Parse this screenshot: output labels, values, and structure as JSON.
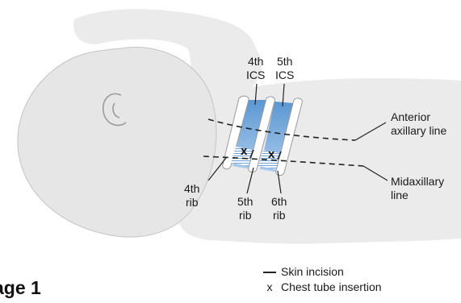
{
  "labels": {
    "ics4": [
      "4th",
      "ICS"
    ],
    "ics5": [
      "5th",
      "ICS"
    ],
    "anterior_axillary": [
      "Anterior",
      "axillary line"
    ],
    "midaxillary": [
      "Midaxillary",
      "line"
    ],
    "rib4": [
      "4th",
      "rib"
    ],
    "rib5": [
      "5th",
      "rib"
    ],
    "rib6": [
      "6th",
      "rib"
    ]
  },
  "legend": {
    "skin_incision": "Skin incision",
    "chest_tube_insertion": "Chest tube insertion",
    "x_symbol": "x"
  },
  "caption": "age 1",
  "colors": {
    "body_fill": "#ebebeb",
    "body_stroke": "#b9b9b9",
    "ics_blue": "#6fa3d6",
    "rib_white": "#ffffff"
  }
}
